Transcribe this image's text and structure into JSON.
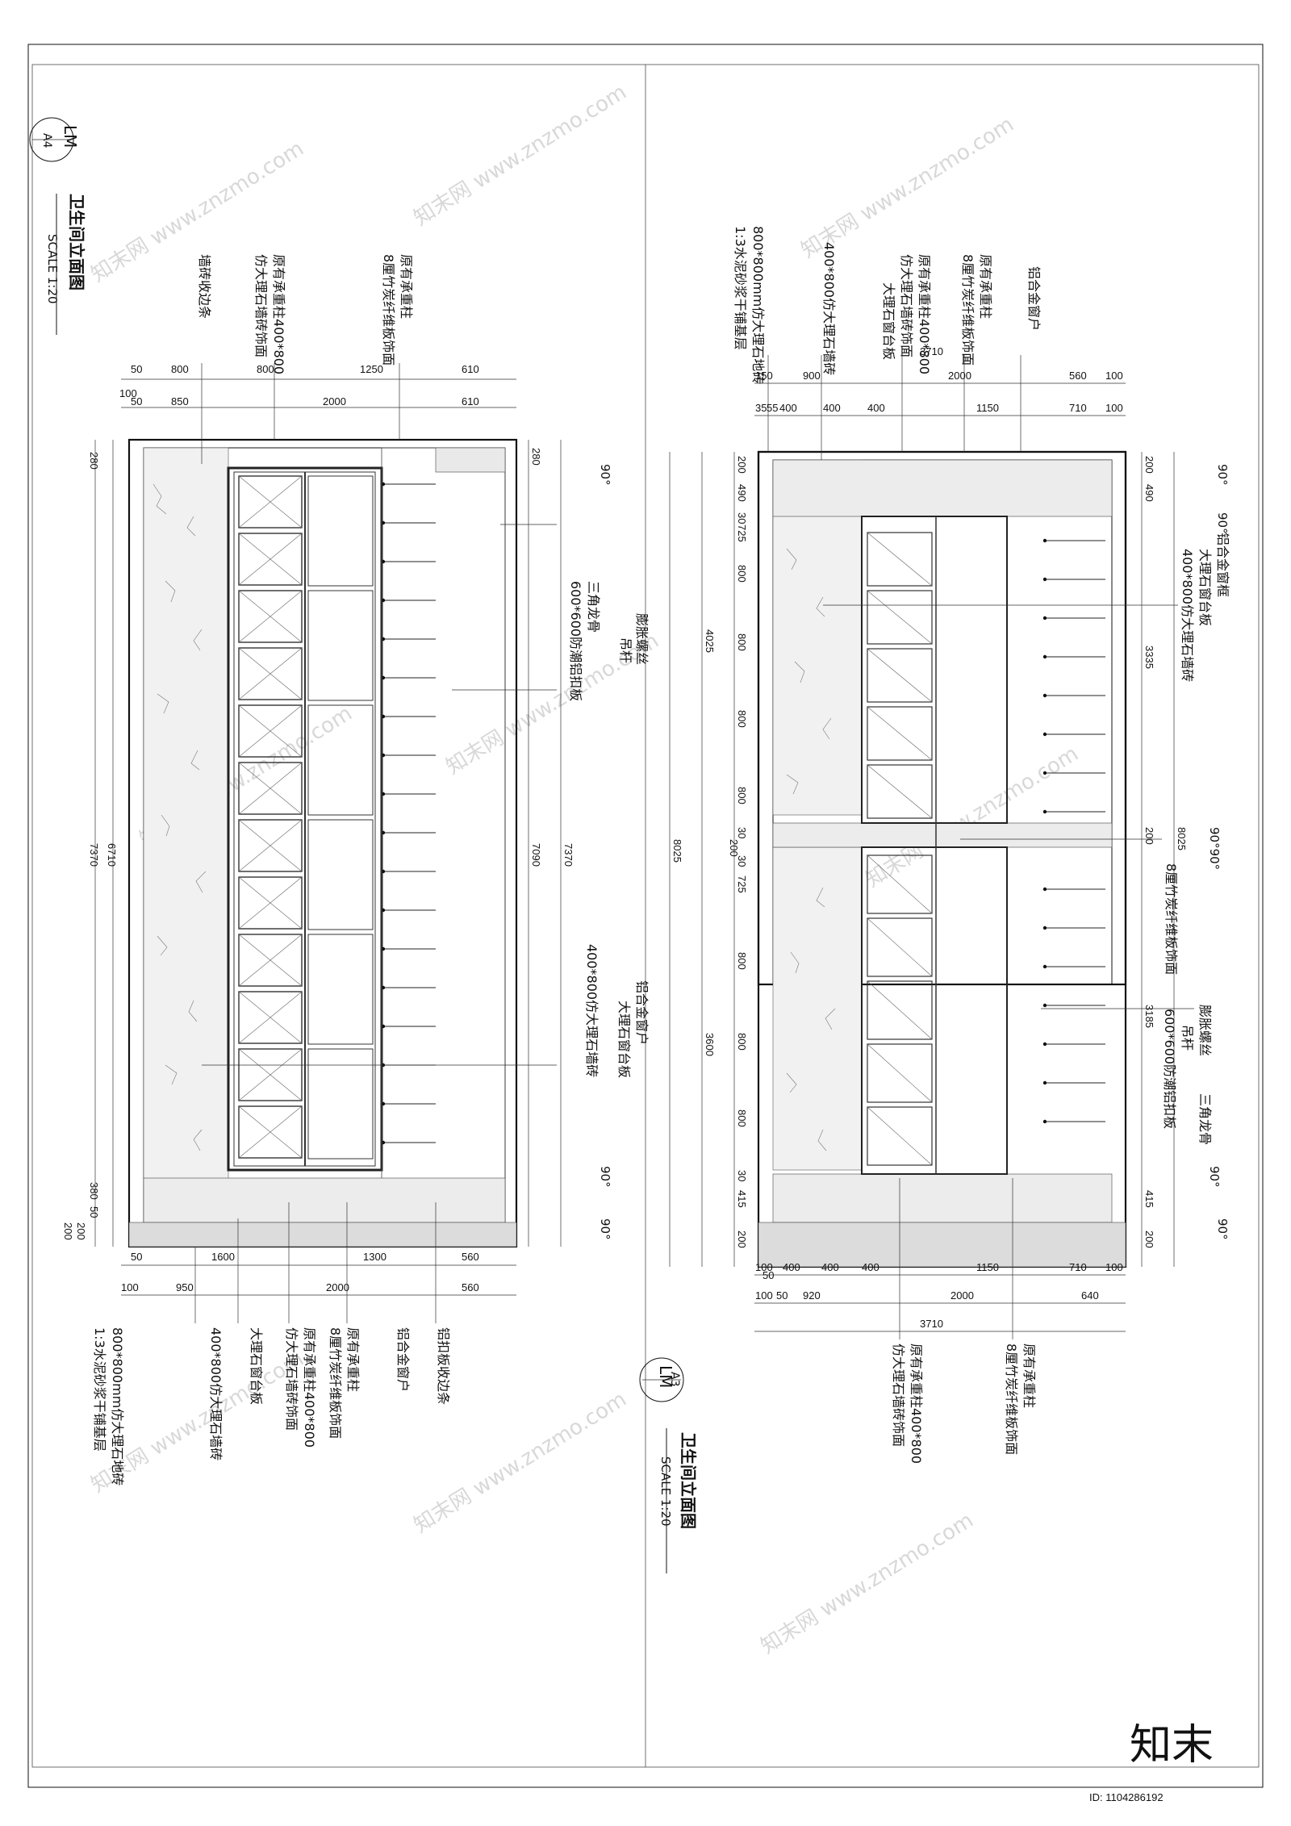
{
  "left_drawing": {
    "badge_top": "A4",
    "badge_bottom": "LM",
    "title": "卫生间立面图",
    "scale": "SCALE 1:20",
    "top_labels": [
      "墙砖收边条",
      "原有承重柱400*800",
      "仿大理石墙砖饰面",
      "原有承重柱",
      "8厘竹炭纤维板饰面"
    ],
    "top_dims_row1": [
      "50",
      "800",
      "800",
      "1250",
      "610"
    ],
    "top_dims_row2": [
      "100",
      "50",
      "850",
      "2000",
      "610"
    ],
    "left_dims": [
      "280",
      "6710",
      "7370",
      "380",
      "50",
      "200",
      "200"
    ],
    "right_dims": [
      "280",
      "7090",
      "7370"
    ],
    "angle_labels": [
      "90°",
      "90°",
      "90°"
    ],
    "right_labels": [
      "三角龙骨",
      "600*600防潮铝扣板",
      "膨胀螺丝",
      "吊杆",
      "铝合金窗户",
      "大理石窗台板",
      "400*800仿大理石墙砖"
    ],
    "bottom_dims_row1": [
      "50",
      "1600",
      "1300",
      "560"
    ],
    "bottom_dims_row2": [
      "100",
      "950",
      "2000",
      "560"
    ],
    "bottom_labels": [
      "800*800mm仿大理石地砖",
      "1:3水泥砂浆干铺基层",
      "400*800仿大理石墙砖",
      "大理石窗台板",
      "仿大理石墙砖饰面",
      "原有承重柱400*800",
      "原有承重柱",
      "8厘竹炭纤维板饰面",
      "铝合金窗户",
      "铝扣板收边条"
    ]
  },
  "right_drawing": {
    "badge_top": "A3",
    "badge_bottom": "LM",
    "title": "卫生间立面图",
    "scale": "SCALE 1:20",
    "top_labels": [
      "800*800mm仿大理石地砖",
      "1:3水泥砂浆干铺基层",
      "400*800仿大理石墙砖",
      "原有承重柱400*800",
      "仿大理石墙砖饰面",
      "大理石窗台板",
      "原有承重柱",
      "8厘竹炭纤维板饰面",
      "铝合金窗户"
    ],
    "top_total": "3710",
    "top_dims_row1": [
      "150",
      "900",
      "2000",
      "560",
      "100"
    ],
    "top_dims_row2": [
      "35",
      "55",
      "400",
      "400",
      "400",
      "1150",
      "710",
      "100"
    ],
    "left_dims": [
      "200",
      "490",
      "30",
      "725",
      "800",
      "800",
      "800",
      "800",
      "30",
      "200",
      "30",
      "725",
      "800",
      "800",
      "800",
      "30",
      "415",
      "200"
    ],
    "left_totals": [
      "4025",
      "8025",
      "3600"
    ],
    "left_small": [
      "50"
    ],
    "right_dims": [
      "200",
      "490",
      "3335",
      "200",
      "8025",
      "3185",
      "415",
      "200"
    ],
    "angle_labels": [
      "90°",
      "90°",
      "90°90°",
      "90°",
      "90°"
    ],
    "right_labels": [
      "铝合金窗框",
      "大理石窗台板",
      "400*800仿大理石墙砖",
      "8厘竹炭纤维板饰面",
      "膨胀螺丝",
      "吊杆",
      "600*600防潮铝扣板",
      "三角龙骨"
    ],
    "bottom_dims_row1": [
      "100",
      "400",
      "400",
      "400",
      "1150",
      "710",
      "100"
    ],
    "bottom_dims_row2": [
      "100",
      "50",
      "920",
      "2000",
      "640"
    ],
    "bottom_total": "3710",
    "bottom_labels": [
      "原有承重柱400*800",
      "仿大理石墙砖饰面",
      "原有承重柱",
      "8厘竹炭纤维板饰面"
    ]
  },
  "footer": {
    "logo": "知末",
    "id": "ID: 1104286192"
  }
}
